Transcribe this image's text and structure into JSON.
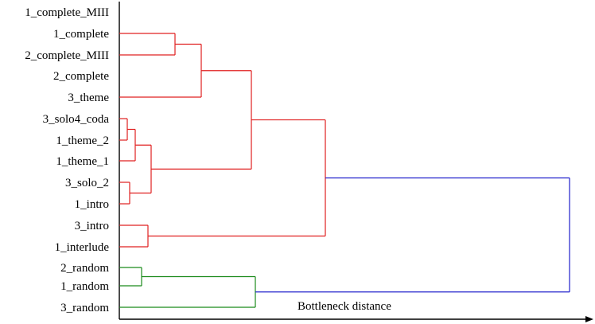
{
  "diagram": {
    "type": "dendrogram",
    "axis_label": "Bottleneck distance",
    "leaves": [
      "1_complete_MIII",
      "1_complete",
      "2_complete_MIII",
      "2_complete",
      "3_theme",
      "3_solo4_coda",
      "1_theme_2",
      "1_theme_1",
      "3_solo_2",
      "1_intro",
      "3_intro",
      "1_interlude",
      "2_random",
      "1_random",
      "3_random"
    ],
    "colors": {
      "cluster_red": "#e02020",
      "cluster_green": "#1a8a1a",
      "root": "#2020cc",
      "frame": "#000000"
    }
  }
}
